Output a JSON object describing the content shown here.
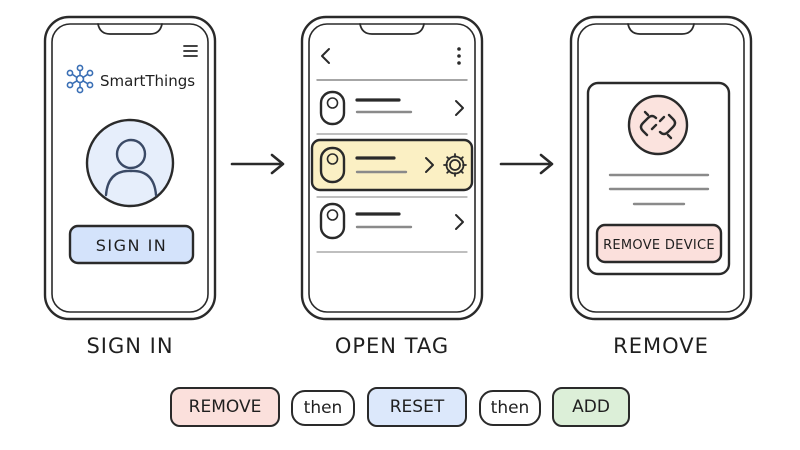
{
  "steps": [
    {
      "caption": "SIGN IN",
      "app_name": "SmartThings",
      "button_label": "SIGN IN"
    },
    {
      "caption": "OPEN TAG",
      "devices": [
        {
          "highlighted": false
        },
        {
          "highlighted": true
        },
        {
          "highlighted": false
        }
      ]
    },
    {
      "caption": "REMOVE",
      "button_label": "REMOVE DEVICE"
    }
  ],
  "sequence": {
    "items": [
      {
        "label": "REMOVE",
        "color": "#fbe0dc"
      },
      {
        "label": "then",
        "color": "#ffffff"
      },
      {
        "label": "RESET",
        "color": "#dce8fb"
      },
      {
        "label": "then",
        "color": "#ffffff"
      },
      {
        "label": "ADD",
        "color": "#dcefd8"
      }
    ]
  },
  "colors": {
    "stroke": "#2a2a2a",
    "avatar_fill": "#e6eefb",
    "signin_button": "#d4e3fb",
    "highlight_row": "#fbf0c4",
    "remove_icon_bg": "#fbe3de",
    "remove_button": "#fbe0dc",
    "accent_blue": "#3a6fb5"
  },
  "icons": [
    "hamburger-menu-icon",
    "smartthings-logo-icon",
    "user-avatar-icon",
    "back-arrow-icon",
    "more-options-icon",
    "tag-device-icon",
    "chevron-right-icon",
    "gear-icon",
    "broken-link-icon",
    "arrow-right-icon"
  ]
}
